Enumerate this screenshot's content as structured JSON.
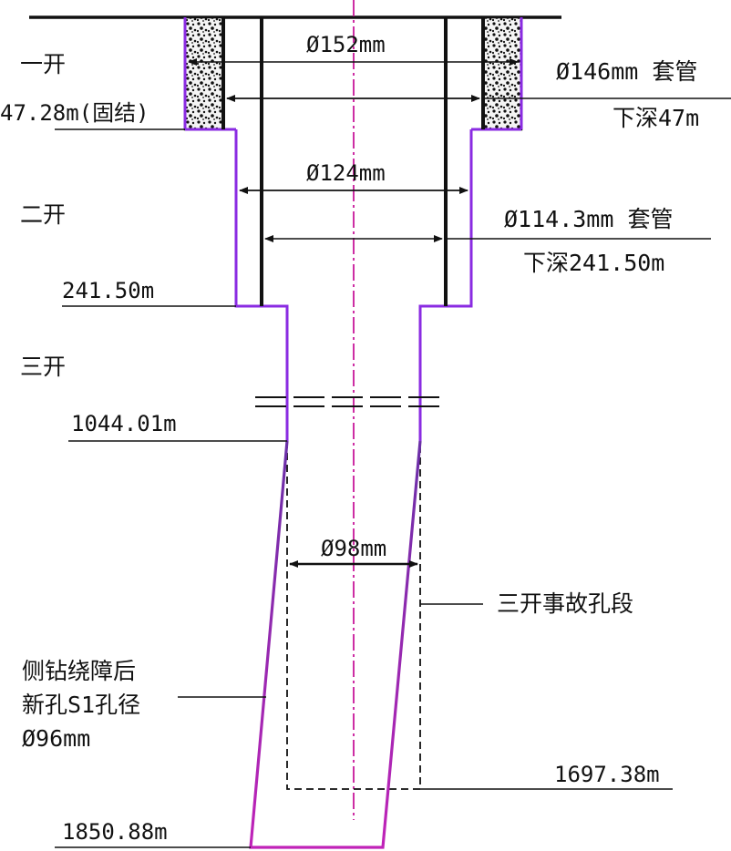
{
  "diagram": {
    "stages": {
      "first": "一开",
      "second": "二开",
      "third": "三开"
    },
    "depths": {
      "first_end": "47.28m(固结)",
      "second_end": "241.50m",
      "third_break": "1044.01m",
      "accident_bottom": "1697.38m",
      "final_bottom": "1850.88m"
    },
    "diameters": {
      "first_hole": "Ø152mm",
      "second_hole": "Ø124mm",
      "accident_hole": "Ø98mm"
    },
    "casings": {
      "first_size": "Ø146mm 套管",
      "first_depth": "下深47m",
      "second_size": "Ø114.3mm 套管",
      "second_depth": "下深241.50m"
    },
    "notes": {
      "accident_section": "三开事故孔段",
      "sidetrack_line1": "侧钻绕障后",
      "sidetrack_line2": "新孔S1孔径",
      "sidetrack_line3": "Ø96mm"
    },
    "colors": {
      "hole_wall": "#8a2be2",
      "hole_wall_lower": "#c23ac9",
      "centerline": "#c8189a",
      "casing": "#111111",
      "cement": "#222222"
    }
  }
}
